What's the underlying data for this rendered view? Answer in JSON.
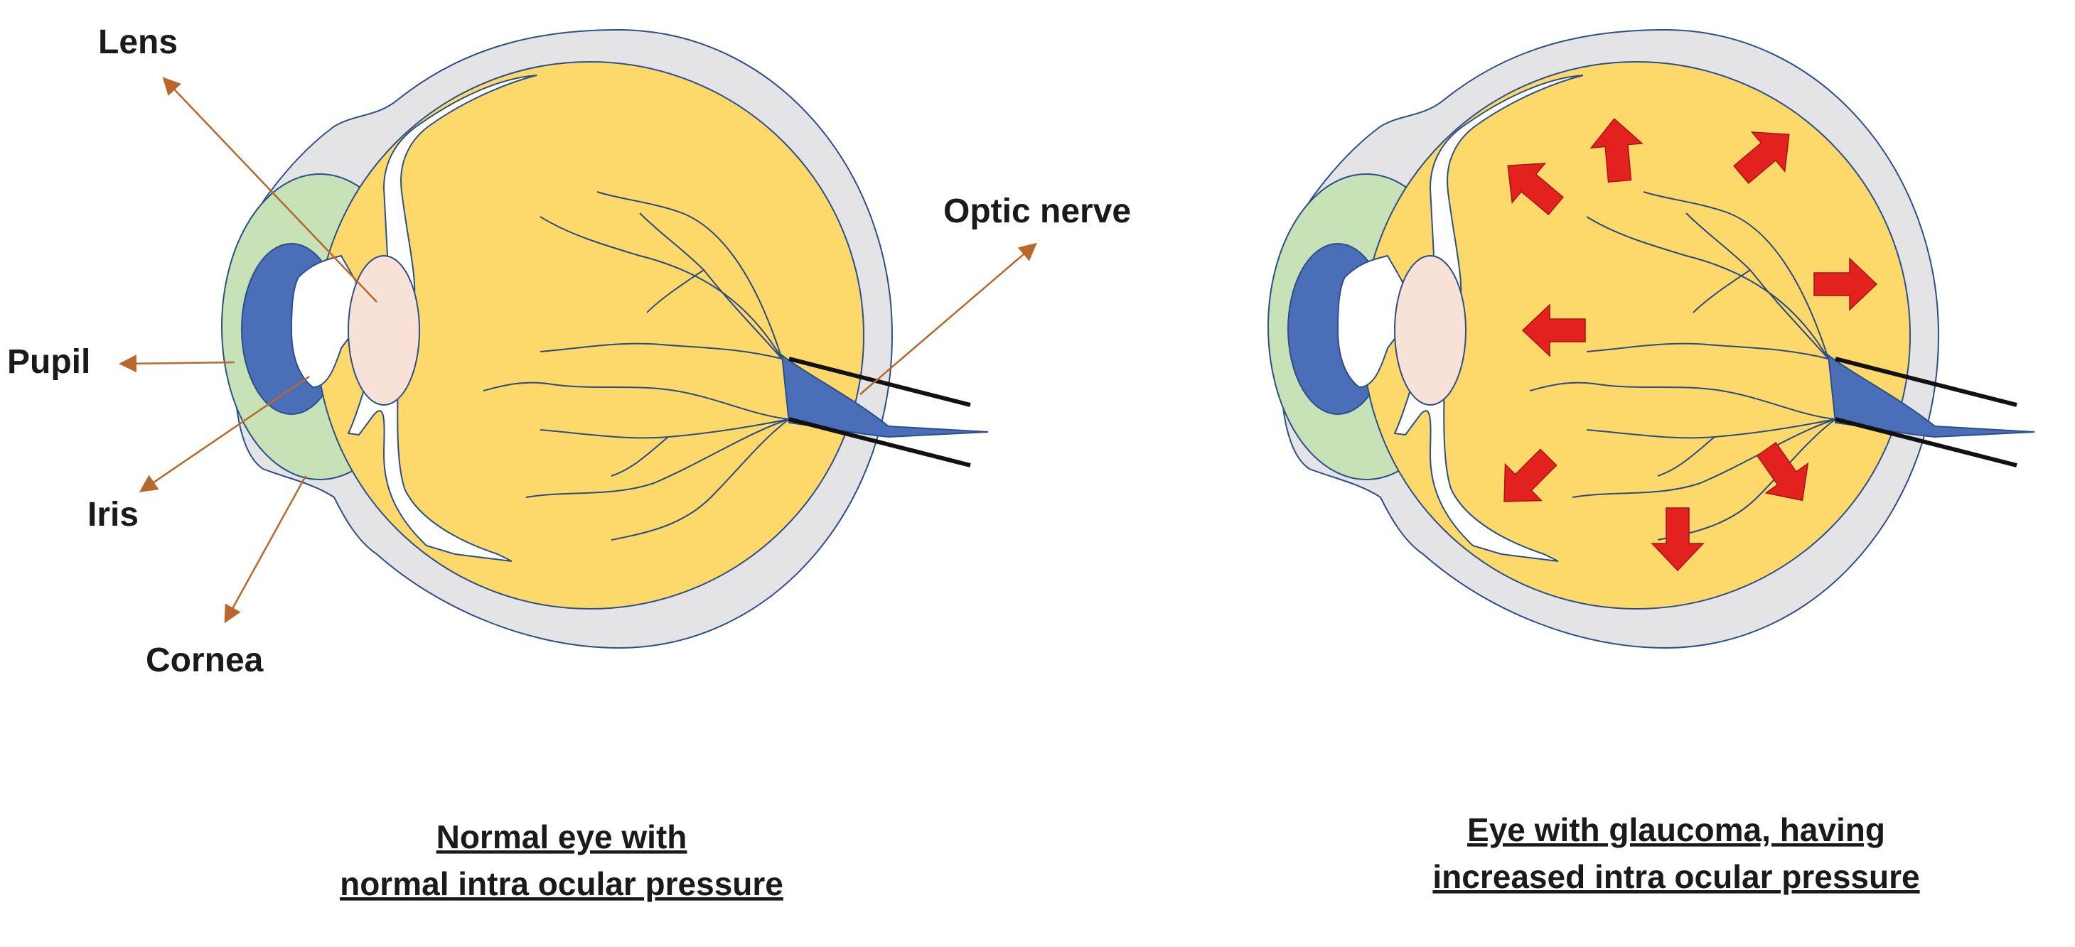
{
  "labels": {
    "lens": "Lens",
    "optic_nerve": "Optic nerve",
    "pupil": "Pupil",
    "iris": "Iris",
    "cornea": "Cornea"
  },
  "captions": {
    "normal_line1": "Normal eye with",
    "normal_line2": "normal intra ocular pressure",
    "glaucoma_line1": "Eye with glaucoma, having",
    "glaucoma_line2": "increased intra ocular pressure"
  },
  "colors": {
    "sclera": "#e4e4e6",
    "vitreous": "#fcd96a",
    "iris_ring": "#c8e2b8",
    "pupil": "#4a6fb8",
    "lens": "#f8e2d8",
    "vessel": "#2b4a80",
    "outline": "#2c4f8a",
    "pointer": "#b8682a",
    "pressure_arrow": "#e3211f"
  }
}
